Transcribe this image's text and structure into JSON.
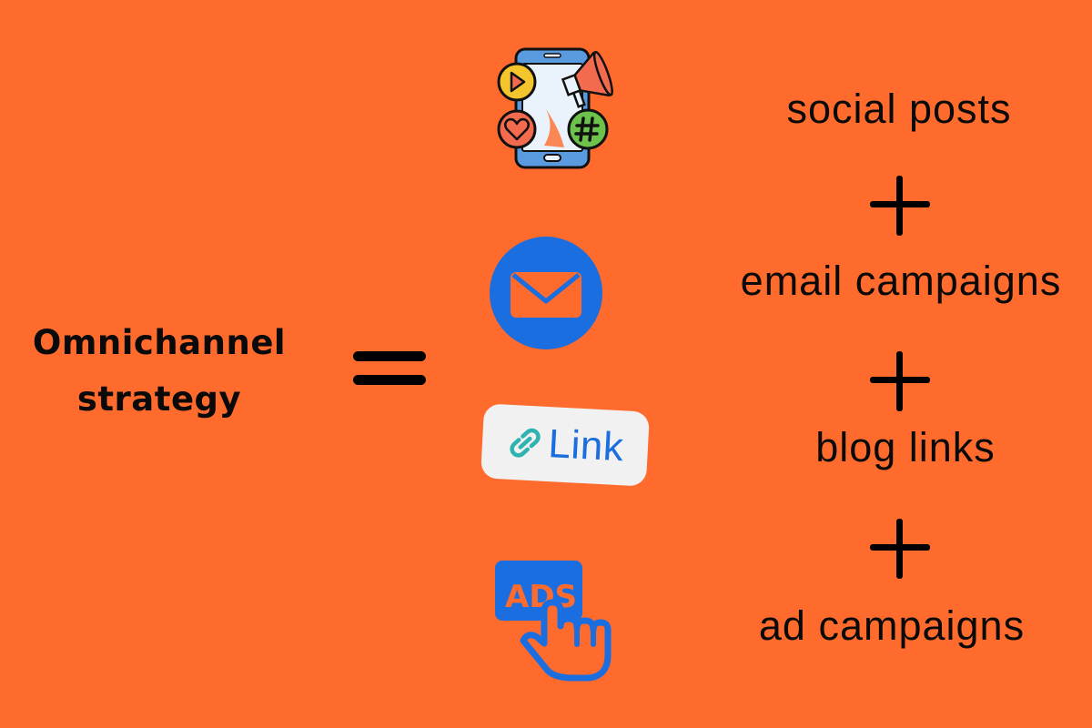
{
  "colors": {
    "background": "#FF6B2C",
    "text": "#0a0a0a",
    "accent_blue": "#1A6EE0",
    "link_teal": "#2FB3B0"
  },
  "left": {
    "title_line1": "Omnichannel",
    "title_line2": "strategy",
    "operator": "="
  },
  "channels": [
    {
      "icon": "smartphone-megaphone-social-icon",
      "label": "social posts"
    },
    {
      "icon": "email-envelope-icon",
      "label": "email campaigns"
    },
    {
      "icon": "link-chip-icon",
      "icon_text": "Link",
      "label": "blog links"
    },
    {
      "icon": "ads-click-hand-icon",
      "icon_text": "ADS",
      "label": "ad campaigns"
    }
  ],
  "operators": [
    "+",
    "+",
    "+"
  ]
}
